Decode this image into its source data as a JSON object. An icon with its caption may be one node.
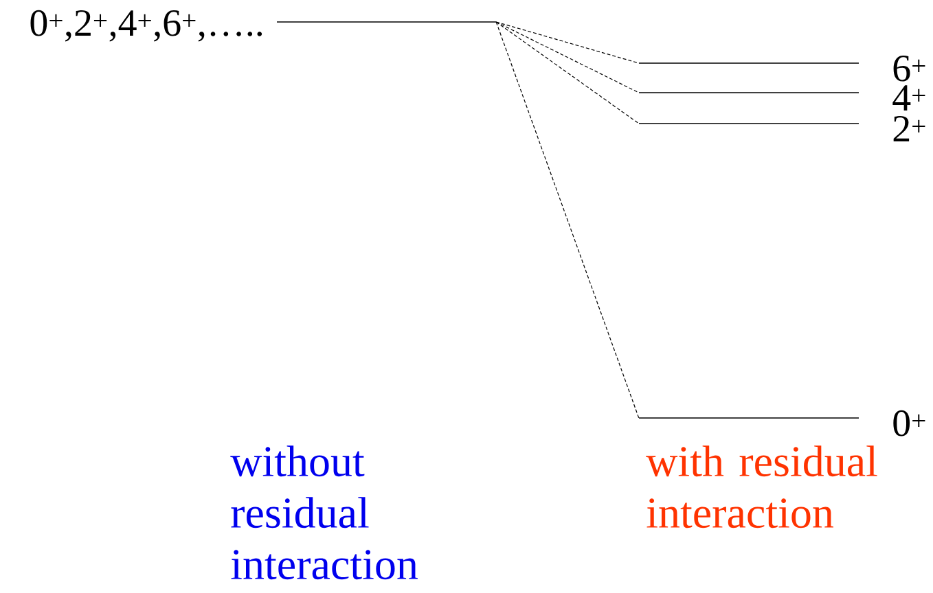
{
  "diagram": {
    "nodes": [
      {
        "text": [
          "0$^{+}$,2$^{+}$,4$^{+}$,6$^{+}$,….."
        ]
      },
      {
        "text": [
          "6$^{+}$"
        ]
      },
      {
        "text": [
          "4$^{+}$"
        ]
      },
      {
        "text": [
          "2$^{+}$"
        ]
      },
      {
        "text": [
          "0$^{+}$"
        ]
      }
    ],
    "edges": [
      {
        "from": 0,
        "to": 1,
        "arrow": "none",
        "style": "dashed"
      },
      {
        "from": 0,
        "to": 2,
        "arrow": "none",
        "style": "dashed"
      },
      {
        "from": 0,
        "to": 3,
        "arrow": "none",
        "style": "dashed"
      },
      {
        "from": 0,
        "to": 4,
        "arrow": "none",
        "style": "dashed"
      }
    ],
    "labels": [
      "without residual interaction",
      "with residual interaction"
    ]
  }
}
